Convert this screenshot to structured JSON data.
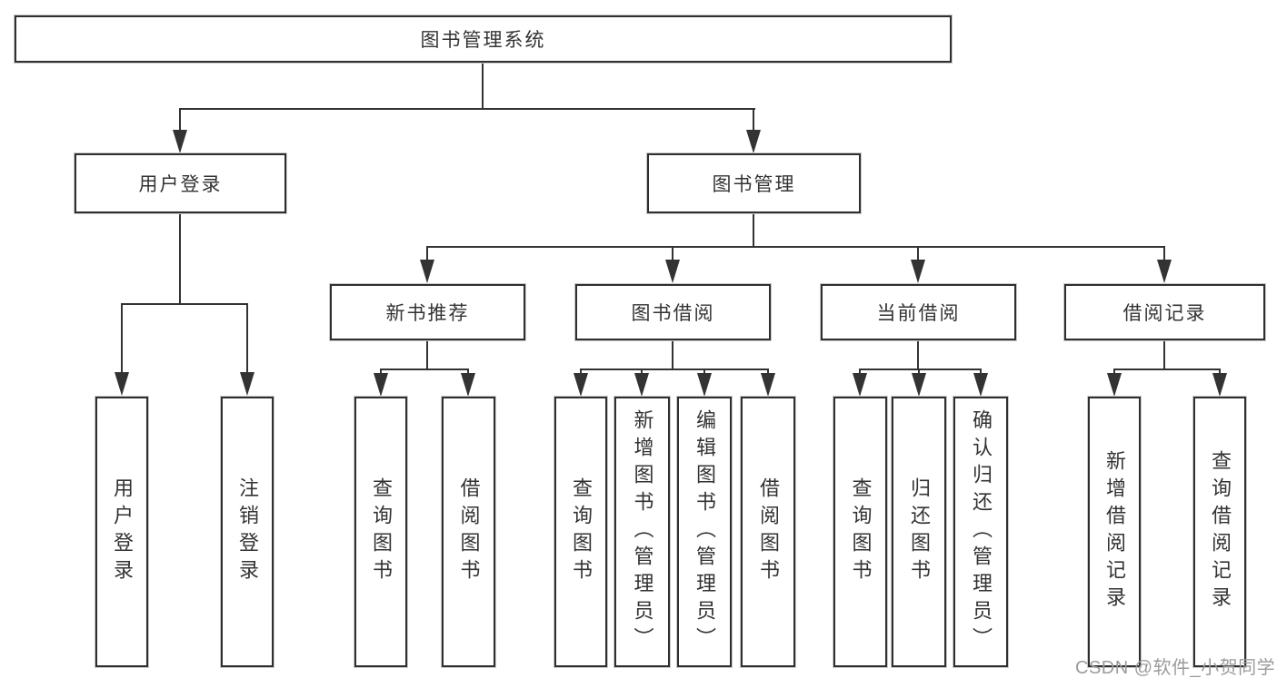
{
  "tree": {
    "root": {
      "label": "图书管理系统",
      "children": [
        {
          "label": "用户登录",
          "children": [
            {
              "label": "用户登录"
            },
            {
              "label": "注销登录"
            }
          ]
        },
        {
          "label": "图书管理",
          "children": [
            {
              "label": "新书推荐",
              "children": [
                {
                  "label": "查询图书"
                },
                {
                  "label": "借阅图书"
                }
              ]
            },
            {
              "label": "图书借阅",
              "children": [
                {
                  "label": "查询图书"
                },
                {
                  "label": "新增图书（管理员）"
                },
                {
                  "label": "编辑图书（管理员）"
                },
                {
                  "label": "借阅图书"
                }
              ]
            },
            {
              "label": "当前借阅",
              "children": [
                {
                  "label": "查询图书"
                },
                {
                  "label": "归还图书"
                },
                {
                  "label": "确认归还（管理员）"
                }
              ]
            },
            {
              "label": "借阅记录",
              "children": [
                {
                  "label": "新增借阅记录"
                },
                {
                  "label": "查询借阅记录"
                }
              ]
            }
          ]
        }
      ]
    }
  },
  "watermark": {
    "label": "CSDN @软件_小贺同学"
  },
  "colors": {
    "line": "#333333",
    "box_border": "#2f2f2f",
    "box_fill": "#ffffff",
    "text": "#333333",
    "watermark": "#9b9b9b"
  }
}
